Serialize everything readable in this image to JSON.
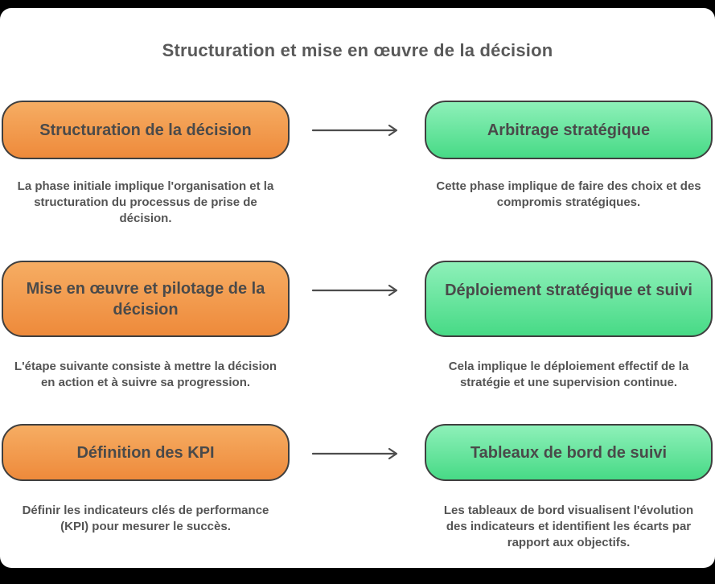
{
  "title": "Structuration et mise en œuvre de la décision",
  "colors": {
    "background": "#000000",
    "canvas": "#ffffff",
    "orange_top": "#f6ad63",
    "orange_bottom": "#ee8a3b",
    "green_top": "#8ef0b9",
    "green_bottom": "#47da86",
    "border": "#3f3f3f",
    "title_text": "#595959",
    "box_text": "#4a4a4a",
    "desc_text": "#545454",
    "arrow": "#4d4d4d"
  },
  "rows": [
    {
      "source": {
        "label": "Structuration de la décision",
        "description": "La phase initiale implique l'organisation et la structuration du processus de prise de décision."
      },
      "target": {
        "label": "Arbitrage stratégique",
        "description": "Cette phase implique de faire des choix et des compromis stratégiques."
      }
    },
    {
      "source": {
        "label": "Mise en œuvre et pilotage de la décision",
        "description": "L'étape suivante consiste à mettre la décision en action et à suivre sa progression."
      },
      "target": {
        "label": "Déploiement stratégique et suivi",
        "description": "Cela implique le déploiement effectif de la stratégie et une supervision continue."
      }
    },
    {
      "source": {
        "label": "Définition des KPI",
        "description": "Définir les indicateurs clés de performance (KPI) pour mesurer le succès."
      },
      "target": {
        "label": "Tableaux de bord de suivi",
        "description": "Les tableaux de bord visualisent l'évolution des indicateurs et identifient les écarts par rapport aux objectifs."
      }
    }
  ]
}
